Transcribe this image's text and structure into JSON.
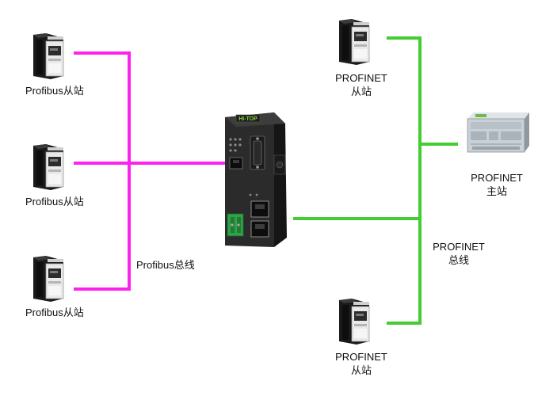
{
  "colors": {
    "profibus_line": "#ff22ee",
    "profinet_line": "#44cc33",
    "gateway_body": "#2b2b2b",
    "gateway_brand": "#7fdc3a",
    "terminal_block": "#2fa347",
    "plc_body": "#c9d0d6"
  },
  "gateway": {
    "brand": "HI-TOP",
    "icon": "gateway-device-icon"
  },
  "profibus": {
    "slaves": [
      {
        "label": "Profibus从站",
        "icon": "drive-device-icon"
      },
      {
        "label": "Profibus从站",
        "icon": "drive-device-icon"
      },
      {
        "label": "Profibus从站",
        "icon": "drive-device-icon"
      }
    ],
    "bus_label": "Profibus总线"
  },
  "profinet": {
    "slave_top": {
      "line1": "PROFINET",
      "line2": "从站",
      "icon": "drive-device-icon"
    },
    "master": {
      "line1": "PROFINET",
      "line2": "主站",
      "icon": "plc-icon"
    },
    "bus": {
      "line1": "PROFINET",
      "line2": "总线"
    },
    "slave_bottom": {
      "line1": "PROFINET",
      "line2": "从站",
      "icon": "drive-device-icon"
    }
  }
}
